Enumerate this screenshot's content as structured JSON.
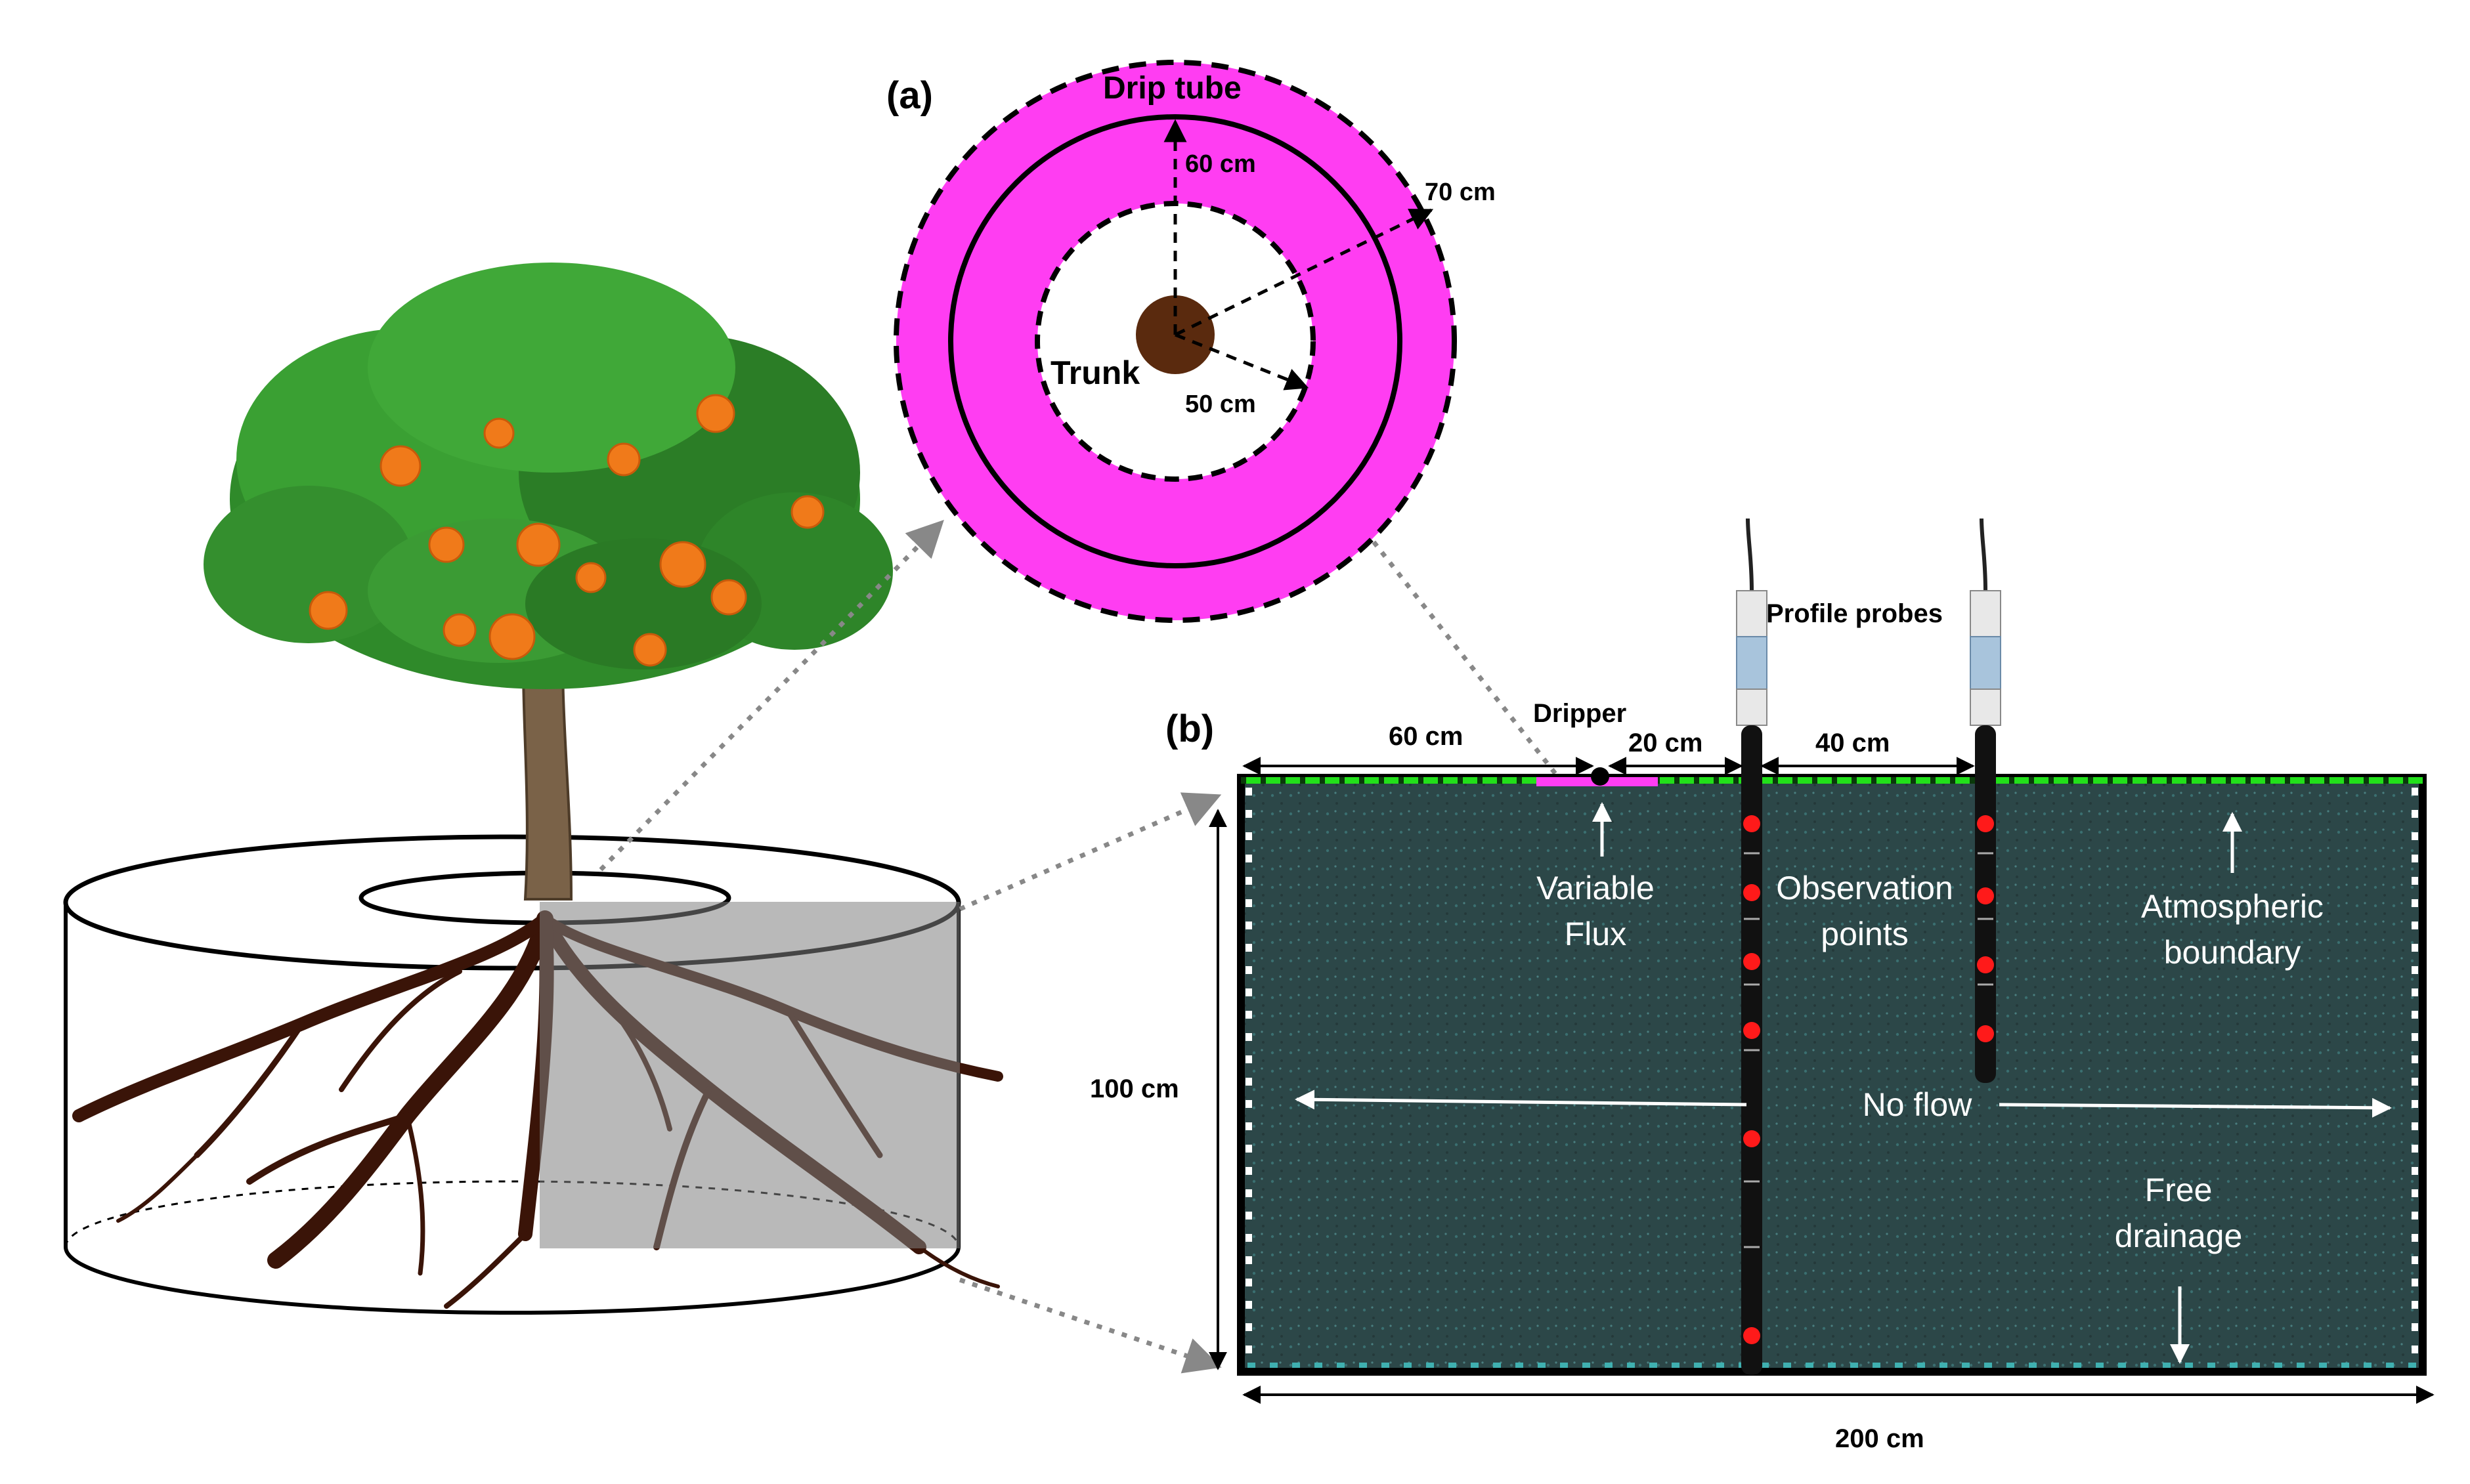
{
  "panel_a": {
    "label": "(a)",
    "drip_tube": "Drip tube",
    "trunk": "Trunk",
    "r60": "60 cm",
    "r70": "70 cm",
    "r50": "50 cm"
  },
  "panel_b": {
    "label": "(b)",
    "profile_probes": "Profile probes",
    "dripper": "Dripper",
    "dim_60": "60 cm",
    "dim_20": "20 cm",
    "dim_40": "40 cm",
    "dim_100": "100 cm",
    "dim_200": "200 cm",
    "variable": "Variable",
    "flux": "Flux",
    "observation": "Observation",
    "points": "points",
    "atmospheric": "Atmospheric",
    "boundary": "boundary",
    "no_flow": "No flow",
    "free": "Free",
    "drainage": "drainage"
  },
  "colors": {
    "drip_ring": "#ff3df2",
    "trunk": "#5a2a0e",
    "soil": "#2c4748",
    "top_boundary": "#22e01a",
    "observation_point": "#ff1a1a",
    "root": "#3a1408",
    "foliage": "#2f8a2a",
    "fruit": "#f07a1a"
  },
  "icons": {
    "tree": "orange-tree-illustration",
    "probe": "profile-probe-icon"
  }
}
